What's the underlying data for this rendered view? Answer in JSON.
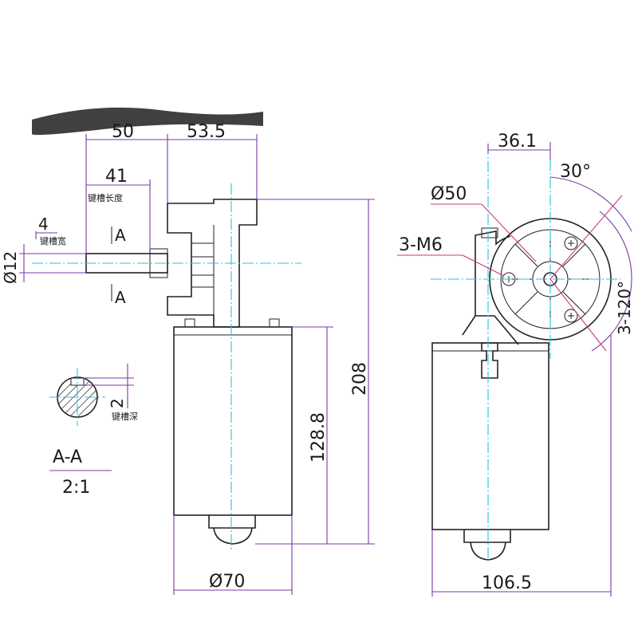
{
  "colors": {
    "outline": "#222222",
    "center_line": "#1fc8d8",
    "dimension": "#7a3aa8",
    "leader": "#c83a7a"
  },
  "side_view": {
    "dim_50": "50",
    "dim_53_5": "53.5",
    "dim_41": "41",
    "keyway_length_label": "键槽长度",
    "dim_4": "4",
    "keyway_width_label": "键槽宽",
    "dim_dia12": "Ø12",
    "section_mark_top": "A",
    "section_mark_bottom": "A",
    "dim_208": "208",
    "dim_128_8": "128.8",
    "dim_dia70": "Ø70"
  },
  "section_view": {
    "dim_2": "2",
    "keyway_depth_label": "键槽深",
    "title": "A-A",
    "scale": "2:1"
  },
  "front_view": {
    "dim_36_1": "36.1",
    "dim_dia50": "Ø50",
    "dim_30deg": "30°",
    "holes_label": "3-M6",
    "dim_3_120deg": "3-120°",
    "dim_106_5": "106.5"
  }
}
